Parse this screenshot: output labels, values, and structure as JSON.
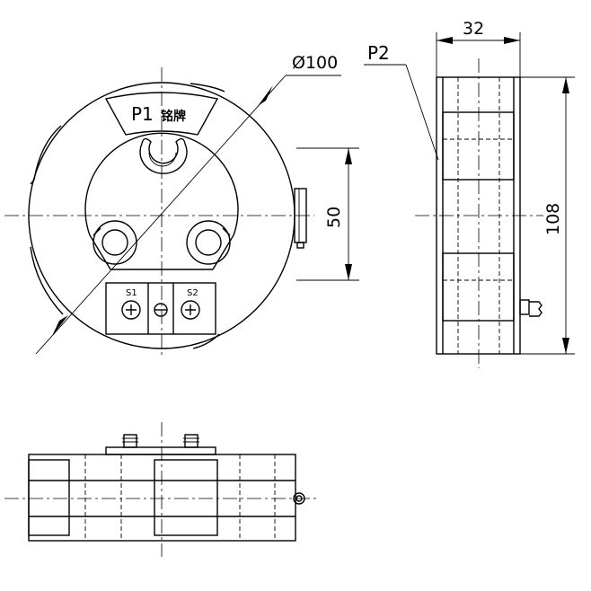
{
  "labels": {
    "diameter": "Ø100",
    "width": "32",
    "inner": "50",
    "height": "108",
    "p2": "P2",
    "p1": "P1",
    "nameplate": "铭牌",
    "s1": "S1",
    "s2": "S2"
  }
}
